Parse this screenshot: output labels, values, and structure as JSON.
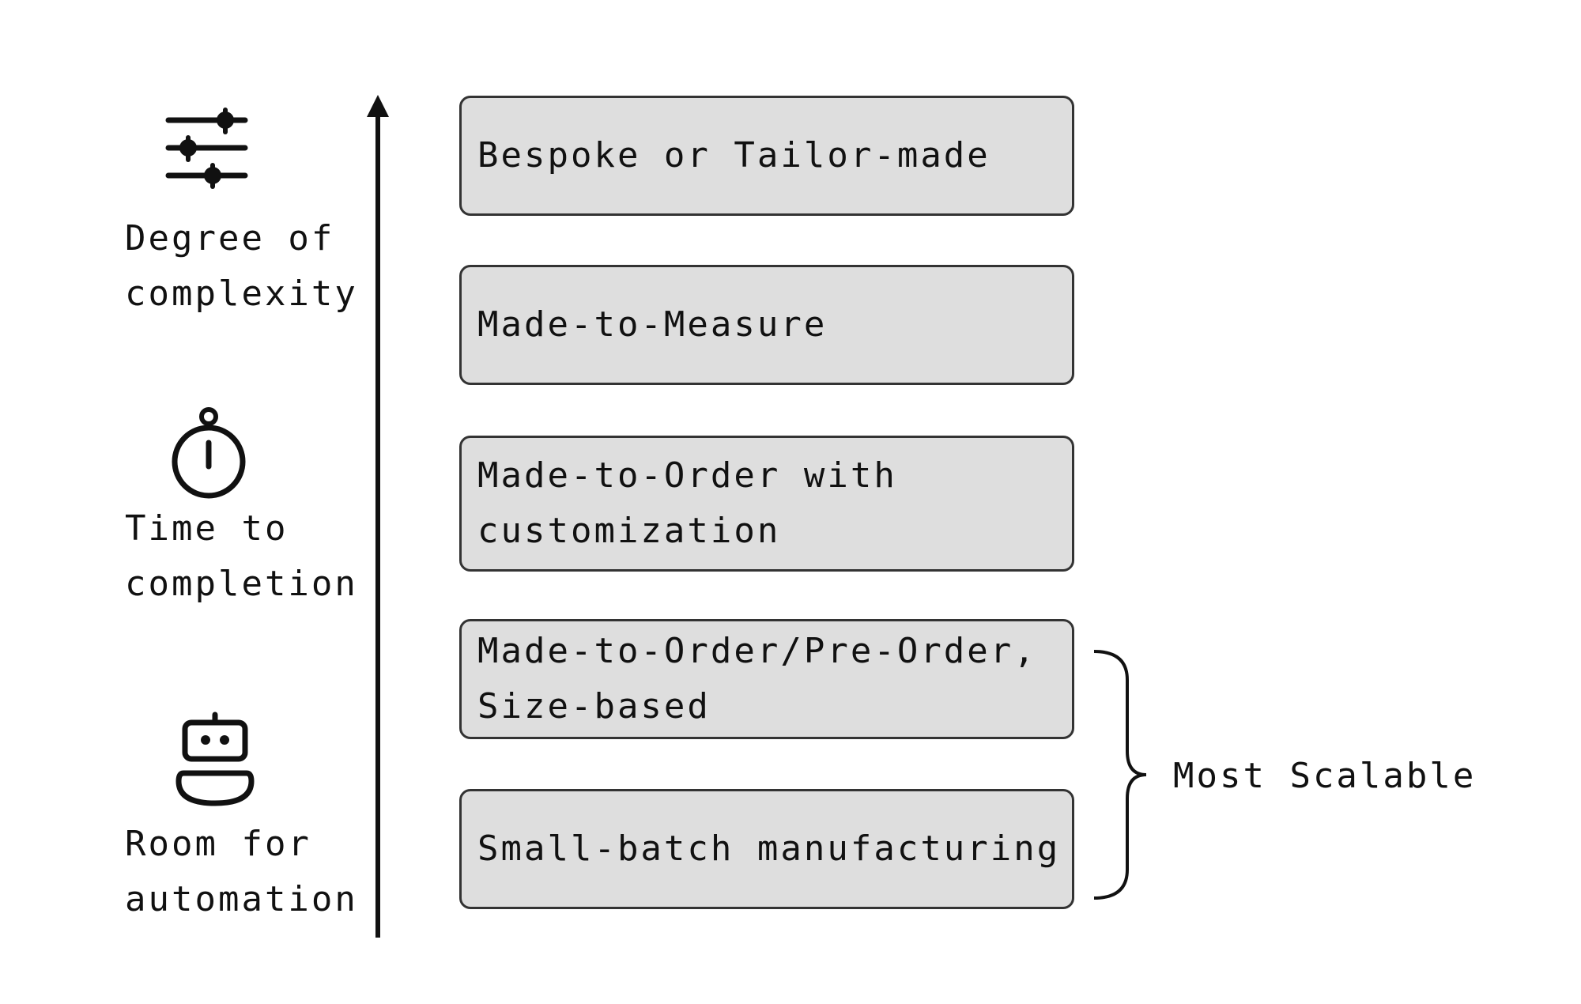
{
  "factors": [
    {
      "icon": "sliders-icon",
      "lines": [
        "Degree of",
        "complexity"
      ]
    },
    {
      "icon": "stopwatch-icon",
      "lines": [
        "Time to",
        "completion"
      ]
    },
    {
      "icon": "robot-icon",
      "lines": [
        "Room for",
        "automation"
      ]
    }
  ],
  "tiers": [
    {
      "lines": [
        "Bespoke or Tailor-made"
      ]
    },
    {
      "lines": [
        "Made-to-Measure"
      ]
    },
    {
      "lines": [
        "Made-to-Order with",
        "customization"
      ]
    },
    {
      "lines": [
        "Made-to-Order/Pre-Order,",
        "Size-based"
      ]
    },
    {
      "lines": [
        "Small-batch manufacturing"
      ]
    }
  ],
  "scalable_group": {
    "label": "Most Scalable"
  },
  "colors": {
    "box_fill": "#dedede",
    "box_border": "#333333",
    "ink": "#111111"
  }
}
